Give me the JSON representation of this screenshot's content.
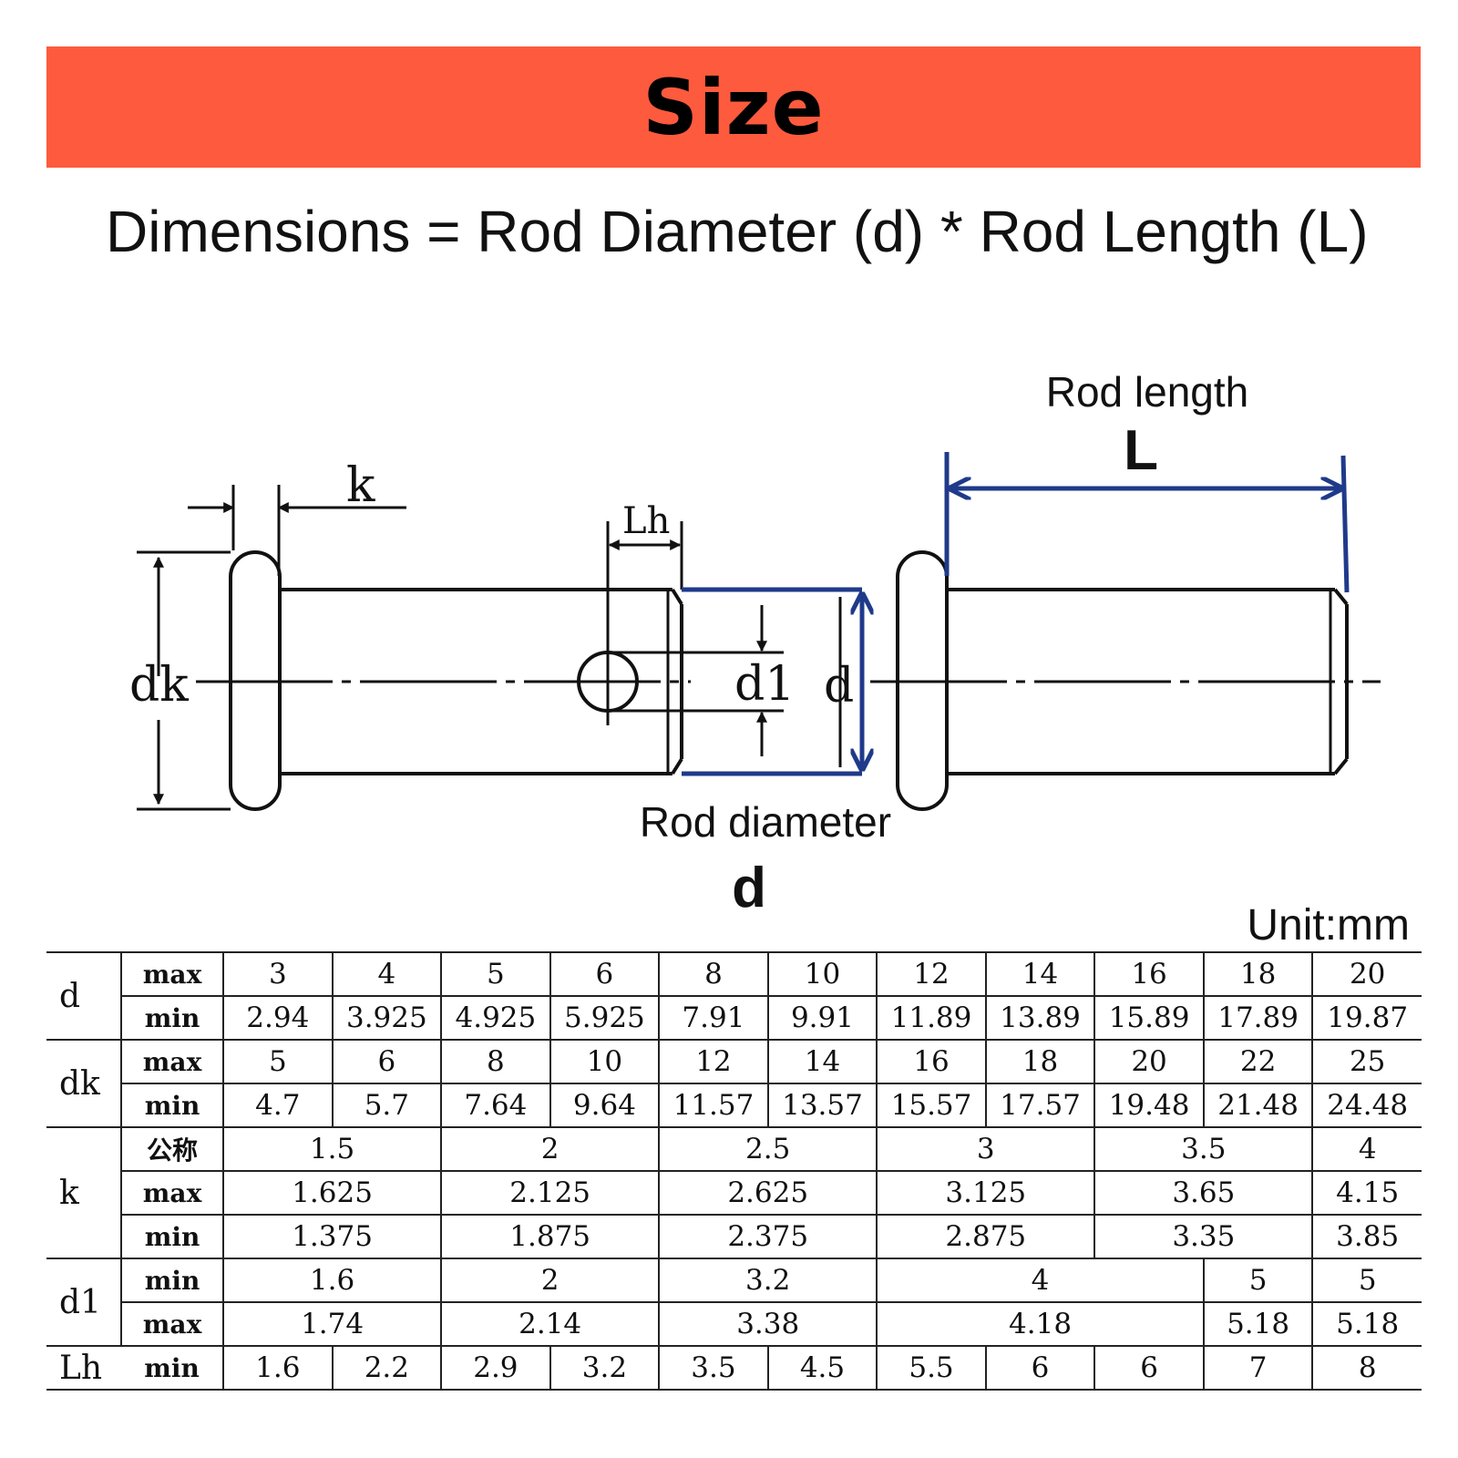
{
  "banner": {
    "title": "Size"
  },
  "formula": "Dimensions = Rod Diameter (d) * Rod Length (L)",
  "diagram": {
    "labels": {
      "k": "k",
      "Lh": "Lh",
      "dk": "dk",
      "d1": "d1",
      "d": "d",
      "L": "L"
    },
    "rod_length_caption": "Rod length",
    "rod_diameter_caption": "Rod diameter",
    "colors": {
      "annotation": "#1f3a8a",
      "line": "#111111",
      "banner": "#fe5a3e"
    }
  },
  "unit": "Unit:mm",
  "table": {
    "d": {
      "label": "d",
      "max_label": "max",
      "min_label": "min",
      "max": [
        "3",
        "4",
        "5",
        "6",
        "8",
        "10",
        "12",
        "14",
        "16",
        "18",
        "20"
      ],
      "min": [
        "2.94",
        "3.925",
        "4.925",
        "5.925",
        "7.91",
        "9.91",
        "11.89",
        "13.89",
        "15.89",
        "17.89",
        "19.87"
      ]
    },
    "dk": {
      "label": "dk",
      "max_label": "max",
      "min_label": "min",
      "max": [
        "5",
        "6",
        "8",
        "10",
        "12",
        "14",
        "16",
        "18",
        "20",
        "22",
        "25"
      ],
      "min": [
        "4.7",
        "5.7",
        "7.64",
        "9.64",
        "11.57",
        "13.57",
        "15.57",
        "17.57",
        "19.48",
        "21.48",
        "24.48"
      ]
    },
    "k": {
      "label": "k",
      "nominal_label": "公称",
      "max_label": "max",
      "min_label": "min",
      "nominal": [
        "1.5",
        "2",
        "2.5",
        "3",
        "3.5",
        "4"
      ],
      "max": [
        "1.625",
        "2.125",
        "2.625",
        "3.125",
        "3.65",
        "4.15"
      ],
      "min": [
        "1.375",
        "1.875",
        "2.375",
        "2.875",
        "3.35",
        "3.85"
      ]
    },
    "d1": {
      "label": "d1",
      "min_label": "min",
      "max_label": "max",
      "min": [
        "1.6",
        "2",
        "3.2",
        "4",
        "5",
        "5"
      ],
      "max": [
        "1.74",
        "2.14",
        "3.38",
        "4.18",
        "5.18",
        "5.18"
      ]
    },
    "Lh": {
      "label": "Lh",
      "min_label": "min",
      "min": [
        "1.6",
        "2.2",
        "2.9",
        "3.2",
        "3.5",
        "4.5",
        "5.5",
        "6",
        "6",
        "7",
        "8"
      ]
    }
  }
}
